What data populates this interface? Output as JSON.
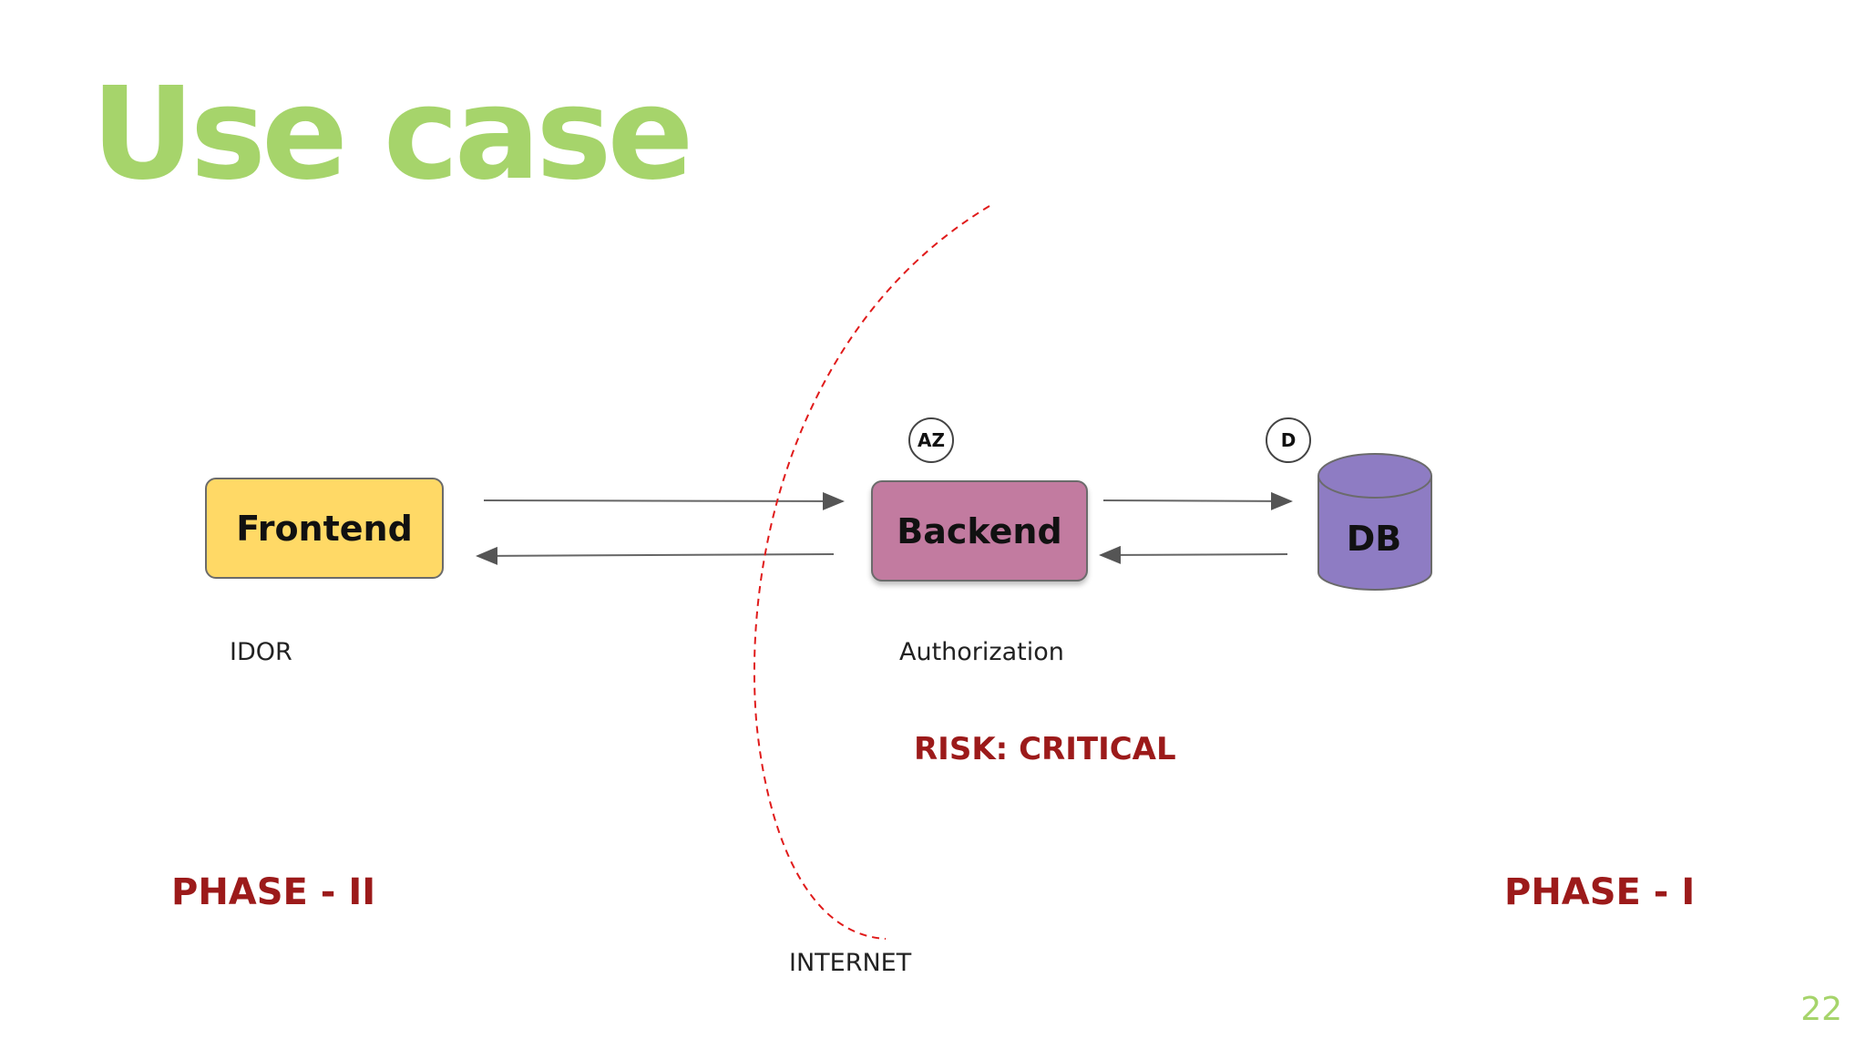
{
  "slide": {
    "title": "Use case",
    "page_number": "22"
  },
  "diagram": {
    "nodes": {
      "frontend": "Frontend",
      "backend": "Backend",
      "db": "DB"
    },
    "badges": {
      "backend": "AZ",
      "db": "D"
    },
    "captions": {
      "frontend": "IDOR",
      "backend": "Authorization"
    },
    "risk": "RISK: CRITICAL",
    "boundary_label": "INTERNET",
    "phases": {
      "left": "PHASE - II",
      "right": "PHASE - I"
    }
  },
  "colors": {
    "title": "#a6d46b",
    "frontend": "#ffd966",
    "backend": "#c27ba0",
    "db": "#8e7cc3",
    "accent_red": "#9c1a1a",
    "boundary": "#e01b1b"
  }
}
